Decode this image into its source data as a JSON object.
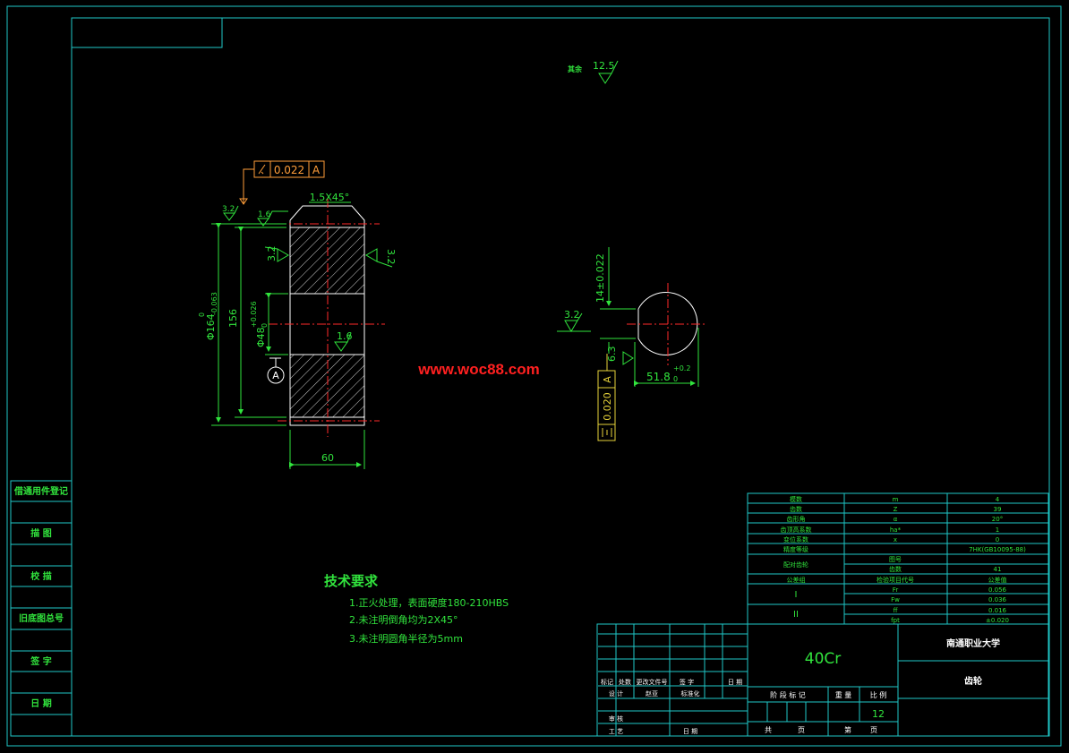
{
  "surface_roughness_top": {
    "label": "其余",
    "value": "12.5"
  },
  "gear_view": {
    "runout_tolerance": "0.022",
    "runout_datum": "A",
    "chamfer": "1.5X45°",
    "ra_left_top": "3.2",
    "ra_top": "1.6",
    "ra_face_left": "3.2",
    "ra_face_right": "3.2",
    "ra_bore": "1.6",
    "dim_outer_diameter": "Φ164",
    "dim_outer_tol_upper": "0",
    "dim_outer_tol_lower": "-0.063",
    "dim_156": "156",
    "dim_bore": "Φ48",
    "dim_bore_tol_upper": "+0.026",
    "dim_bore_tol_lower": "0",
    "datum_label": "A",
    "dim_width": "60"
  },
  "keyway_view": {
    "dim_keyway_width": "14±0.022",
    "ra_keyway": "3.2",
    "ra_keyway_side": "6.3",
    "dim_depth": "51.8",
    "dim_depth_tol_upper": "+0.2",
    "dim_depth_tol_lower": "0",
    "symmetry_tolerance": "0.020",
    "symmetry_datum": "A"
  },
  "watermark": "www.woc88.com",
  "left_column": [
    "借通用件登记",
    "描 图",
    "校 描",
    "旧底图总号",
    "签 字",
    "日 期"
  ],
  "tech_requirements": {
    "title": "技术要求",
    "items": [
      "1.正火处理，表面硬度180-210HBS",
      "2.未注明倒角均为2X45°",
      "3.未注明圆角半径为5mm"
    ]
  },
  "param_table": {
    "rows": [
      [
        "模数",
        "m",
        "4"
      ],
      [
        "齿数",
        "Z",
        "39"
      ],
      [
        "齿形角",
        "α",
        "20°"
      ],
      [
        "齿顶高系数",
        "ha*",
        "1"
      ],
      [
        "变位系数",
        "x",
        "0"
      ],
      [
        "精度等级",
        "",
        "7HK(GB10095-88)"
      ]
    ],
    "pair_label": "配对齿轮",
    "pair_sub": [
      "图号",
      "齿数"
    ],
    "pair_teeth": "41",
    "group_header": [
      "公差组",
      "检验项目代号",
      "公差值"
    ],
    "group_I": "I",
    "group_II": "II",
    "checks": [
      [
        "Fr",
        "0.056"
      ],
      [
        "Fw",
        "0.036"
      ],
      [
        "ff",
        "0.016"
      ],
      [
        "fpt",
        "±0.020"
      ]
    ]
  },
  "title_block": {
    "material": "40Cr",
    "school": "南通职业大学",
    "part_name": "齿轮",
    "rev_header": [
      "标记",
      "处数",
      "更改文件号",
      "签 字",
      "日 期"
    ],
    "design": "设 计",
    "designer": "赵亚",
    "std": "标准化",
    "review": "审 核",
    "process": "工 艺",
    "date": "日 期",
    "stage": "阶 段 标 记",
    "weight": "重 量",
    "scale": "比 例",
    "scale_value": "12",
    "total": "共",
    "page": "页",
    "sheet": "第",
    "page2": "页"
  }
}
